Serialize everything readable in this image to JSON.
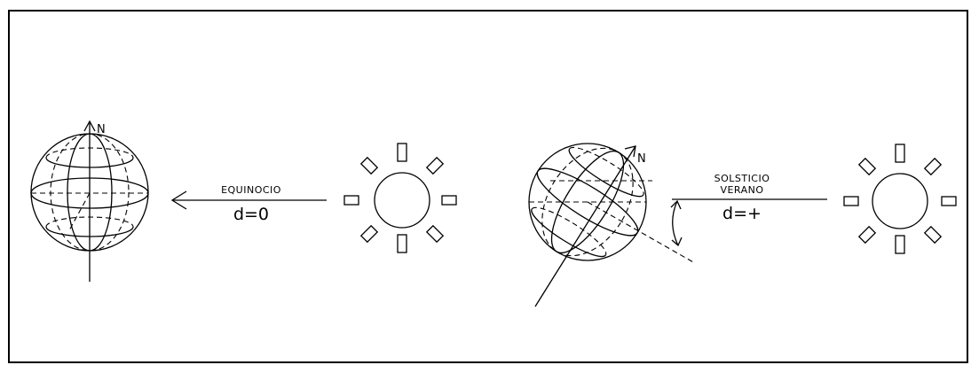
{
  "left_panel": {
    "north_label": "N",
    "arrow_label_top": "EQUINOCIO",
    "arrow_label_bottom": "d=0"
  },
  "right_panel": {
    "north_label": "N",
    "arrow_label_top_1": "SOLSTICIO",
    "arrow_label_top_2": "VERANO",
    "arrow_label_bottom": "d=+"
  },
  "colors": {
    "line": "#000000",
    "background": "#ffffff"
  },
  "icons": [
    "globe-icon",
    "sun-icon",
    "arrow-left-icon"
  ]
}
